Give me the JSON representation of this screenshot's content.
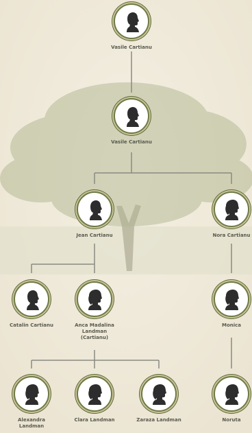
{
  "colors": {
    "line": "#8a8a80",
    "frame": "#6e7a44",
    "silhouette": "#2d2d2d",
    "name_text": "#5a5a4e"
  },
  "people": {
    "vasile_1": {
      "name": "Vasile Cartianu",
      "icon": "male-silhouette-icon"
    },
    "vasile_2": {
      "name": "Vasile Cartianu",
      "icon": "male-silhouette-icon"
    },
    "jean": {
      "name": "Jean Cartianu",
      "icon": "male-silhouette-icon"
    },
    "nora": {
      "name": "Nora Cartianu",
      "icon": "female-silhouette-icon"
    },
    "catalin": {
      "name": "Catalin Cartianu",
      "icon": "male-silhouette-icon"
    },
    "anca": {
      "name": "Anca Madalina\nLandman\n(Cartianu)",
      "icon": "female-silhouette-icon"
    },
    "monica": {
      "name": "Monica",
      "icon": "female-silhouette-icon"
    },
    "alexandra": {
      "name": "Alexandra\nLandman",
      "icon": "female-silhouette-icon"
    },
    "clara": {
      "name": "Clara Landman",
      "icon": "female-silhouette-icon"
    },
    "zaraza": {
      "name": "Zaraza Landman",
      "icon": "female-silhouette-icon"
    },
    "noruta": {
      "name": "Noruta",
      "icon": "female-silhouette-icon"
    }
  }
}
